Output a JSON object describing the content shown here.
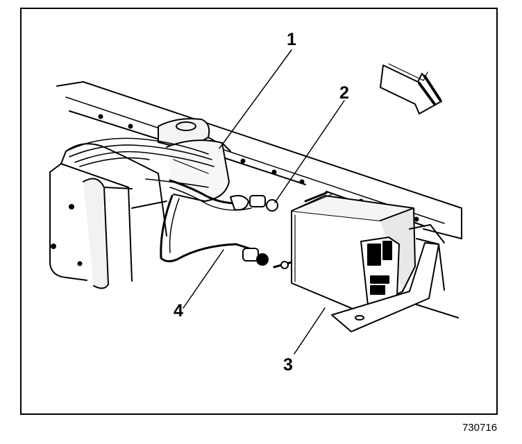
{
  "callouts": {
    "c1": "1",
    "c2": "2",
    "c3": "3",
    "c4": "4"
  },
  "figure_number": "730716",
  "icons": {
    "direction": "direction-arrow-icon"
  },
  "colors": {
    "ink": "#000000",
    "paper": "#ffffff",
    "shade": "#d9d9d9"
  }
}
